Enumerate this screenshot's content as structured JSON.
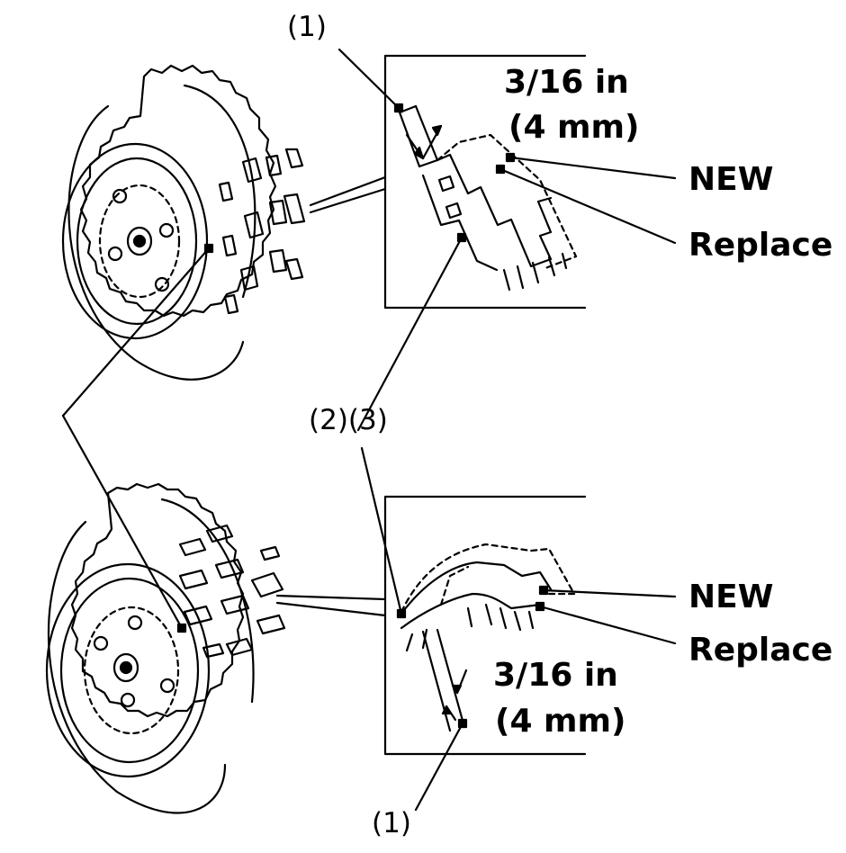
{
  "top_detail": {
    "ref_1": "(1)",
    "measure": "3/16 in",
    "measure_metric": "(4 mm)",
    "new_label": "NEW",
    "replace_label": "Replace"
  },
  "shared": {
    "ref_2_3": "(2)(3)"
  },
  "bottom_detail": {
    "ref_1": "(1)",
    "measure": "3/16 in",
    "measure_metric": "(4 mm)",
    "new_label": "NEW",
    "replace_label": "Replace"
  },
  "colors": {
    "line": "#000000",
    "background": "#ffffff"
  }
}
